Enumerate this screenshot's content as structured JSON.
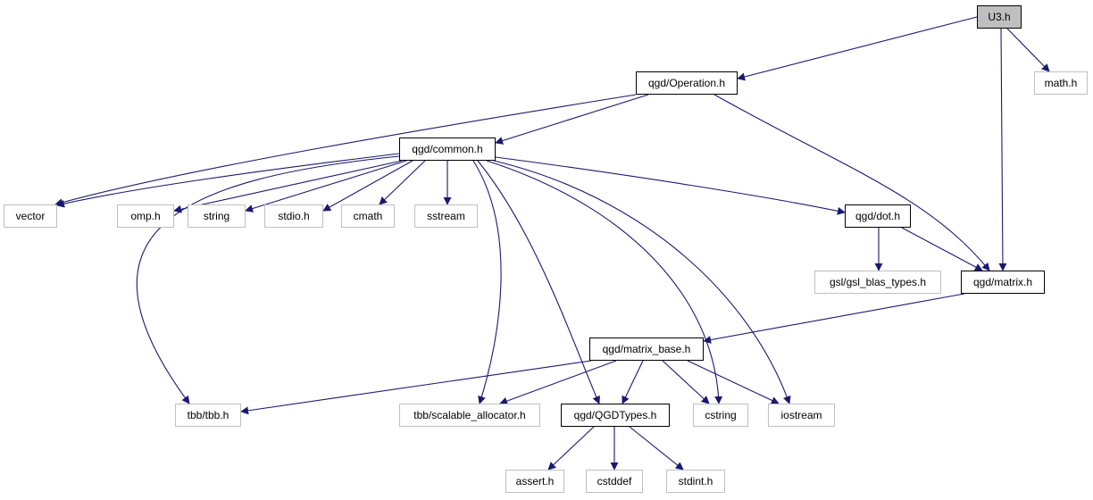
{
  "colors": {
    "edge": "#191970",
    "root_fill": "#bfbfbf",
    "doc_border": "#000000",
    "ext_border": "#bfbfbf"
  },
  "nodes": {
    "u3": {
      "label": "U3.h",
      "kind": "root"
    },
    "math": {
      "label": "math.h",
      "kind": "external"
    },
    "operation": {
      "label": "qgd/Operation.h",
      "kind": "documented"
    },
    "common": {
      "label": "qgd/common.h",
      "kind": "documented"
    },
    "vector": {
      "label": "vector",
      "kind": "external"
    },
    "omp": {
      "label": "omp.h",
      "kind": "external"
    },
    "string": {
      "label": "string",
      "kind": "external"
    },
    "stdio": {
      "label": "stdio.h",
      "kind": "external"
    },
    "cmath": {
      "label": "cmath",
      "kind": "external"
    },
    "sstream": {
      "label": "sstream",
      "kind": "external"
    },
    "dot": {
      "label": "qgd/dot.h",
      "kind": "documented"
    },
    "gsl": {
      "label": "gsl/gsl_blas_types.h",
      "kind": "external"
    },
    "matrix": {
      "label": "qgd/matrix.h",
      "kind": "documented"
    },
    "matrix_base": {
      "label": "qgd/matrix_base.h",
      "kind": "documented"
    },
    "tbb": {
      "label": "tbb/tbb.h",
      "kind": "external"
    },
    "scalable": {
      "label": "tbb/scalable_allocator.h",
      "kind": "external"
    },
    "qgdtypes": {
      "label": "qgd/QGDTypes.h",
      "kind": "documented"
    },
    "cstring": {
      "label": "cstring",
      "kind": "external"
    },
    "iostream": {
      "label": "iostream",
      "kind": "external"
    },
    "assert": {
      "label": "assert.h",
      "kind": "external"
    },
    "cstddef": {
      "label": "cstddef",
      "kind": "external"
    },
    "stdint": {
      "label": "stdint.h",
      "kind": "external"
    }
  },
  "edges": [
    [
      "u3",
      "operation"
    ],
    [
      "u3",
      "math"
    ],
    [
      "u3",
      "matrix"
    ],
    [
      "operation",
      "common"
    ],
    [
      "operation",
      "vector"
    ],
    [
      "operation",
      "matrix"
    ],
    [
      "common",
      "vector"
    ],
    [
      "common",
      "omp"
    ],
    [
      "common",
      "string"
    ],
    [
      "common",
      "stdio"
    ],
    [
      "common",
      "cmath"
    ],
    [
      "common",
      "sstream"
    ],
    [
      "common",
      "dot"
    ],
    [
      "common",
      "tbb"
    ],
    [
      "common",
      "scalable"
    ],
    [
      "common",
      "qgdtypes"
    ],
    [
      "common",
      "cstring"
    ],
    [
      "common",
      "iostream"
    ],
    [
      "dot",
      "gsl"
    ],
    [
      "dot",
      "matrix"
    ],
    [
      "matrix",
      "matrix_base"
    ],
    [
      "matrix_base",
      "tbb"
    ],
    [
      "matrix_base",
      "scalable"
    ],
    [
      "matrix_base",
      "qgdtypes"
    ],
    [
      "matrix_base",
      "cstring"
    ],
    [
      "matrix_base",
      "iostream"
    ],
    [
      "qgdtypes",
      "assert"
    ],
    [
      "qgdtypes",
      "cstddef"
    ],
    [
      "qgdtypes",
      "stdint"
    ]
  ]
}
